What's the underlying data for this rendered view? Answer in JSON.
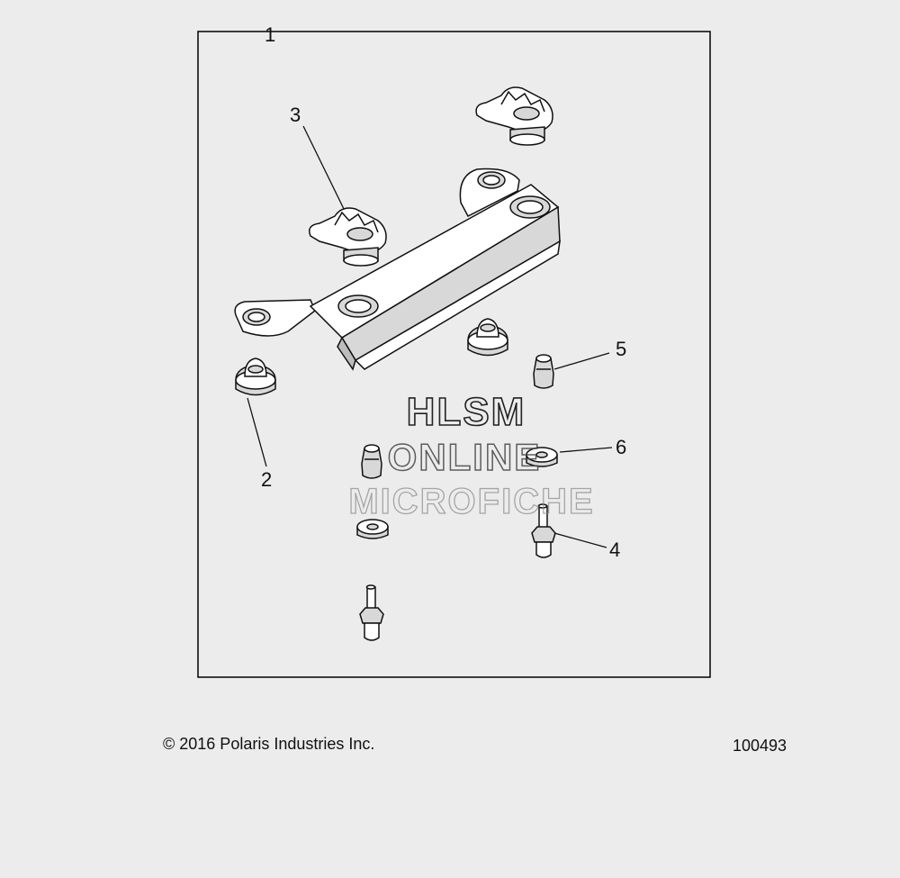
{
  "callouts": {
    "c1": "1",
    "c2": "2",
    "c3": "3",
    "c4": "4",
    "c5": "5",
    "c6": "6"
  },
  "watermark": {
    "line1": "HLSM",
    "line2": "ONLINE",
    "line3": "MICROFICHE"
  },
  "footer": {
    "copyright": "© 2016 Polaris Industries Inc.",
    "figure_number": "100493"
  },
  "colors": {
    "background": "#ececec",
    "line": "#111111",
    "frame": "#000000"
  }
}
